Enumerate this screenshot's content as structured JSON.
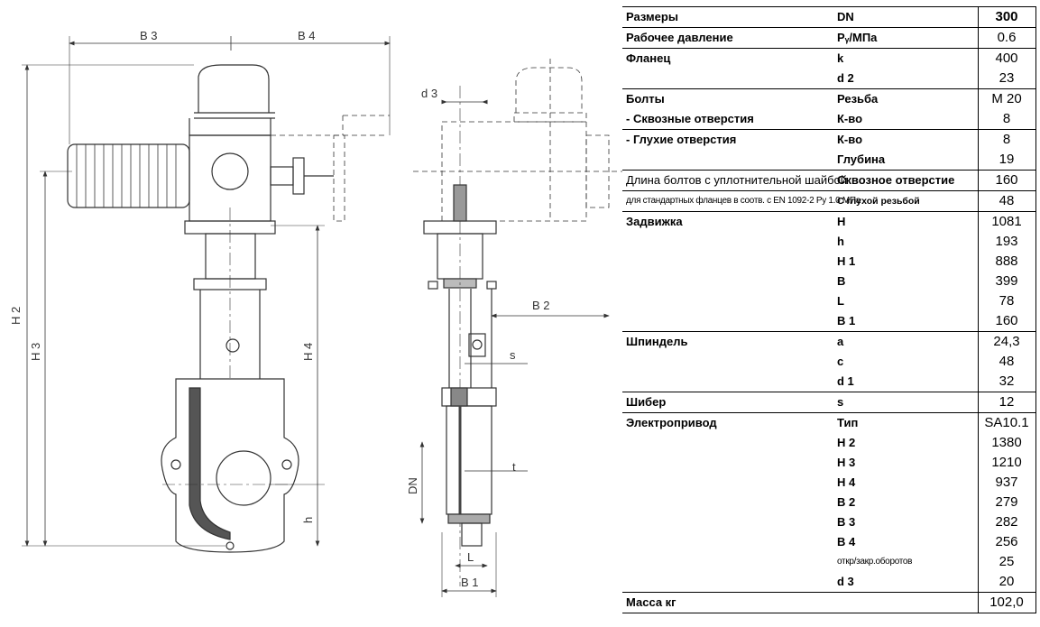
{
  "drawing": {
    "labels": {
      "b3": "B 3",
      "b4": "B 4",
      "h2": "H 2",
      "h3": "H 3",
      "h4": "H 4",
      "h": "h",
      "d3": "d 3",
      "b2": "B 2",
      "s": "s",
      "t": "t",
      "dn": "DN",
      "l": "L",
      "b1": "B 1"
    }
  },
  "specs": {
    "rows": [
      {
        "group_start": true,
        "c1": "Размеры",
        "c2": "DN",
        "c3": "300",
        "bold_value": true
      },
      {
        "group_start": true,
        "c1": "Рабочее давление",
        "c2": "Pᵧ/МПа",
        "c3": "0.6"
      },
      {
        "group_start": true,
        "c1": "Фланец",
        "c2": "k",
        "c3": "400"
      },
      {
        "group_start": false,
        "c1": "",
        "c2": "d 2",
        "c3": "23"
      },
      {
        "group_start": true,
        "c1": "Болты",
        "c2": "Резьба",
        "c3": "M 20"
      },
      {
        "group_start": false,
        "c1": " - Сквозные отверстия",
        "c2": "К-во",
        "c3": "8"
      },
      {
        "group_start": true,
        "c1": "- Глухие отверстия",
        "c2": "К-во",
        "c3": "8"
      },
      {
        "group_start": false,
        "c1": "",
        "c2": "Глубина",
        "c3": "19"
      },
      {
        "group_start": true,
        "c1": "Длина болтов с уплотнительной шайбой",
        "c2": "Сквозное отверстие",
        "c3": "160",
        "c1_style": "n"
      },
      {
        "group_start": true,
        "c1": "для стандартных фланцев в соотв. с EN 1092-2 Py 1.0 МПа",
        "c2": "С глухой резьбой",
        "c3": "48",
        "c1_style": "sm",
        "c2_style": "sm2"
      },
      {
        "group_start": true,
        "c1": "Задвижка",
        "c2": "H",
        "c3": "1081"
      },
      {
        "group_start": false,
        "c1": "",
        "c2": "h",
        "c3": "193"
      },
      {
        "group_start": false,
        "c1": "",
        "c2": "H 1",
        "c3": "888"
      },
      {
        "group_start": false,
        "c1": "",
        "c2": "B",
        "c3": "399"
      },
      {
        "group_start": false,
        "c1": "",
        "c2": "L",
        "c3": "78"
      },
      {
        "group_start": false,
        "c1": "",
        "c2": "B 1",
        "c3": "160"
      },
      {
        "group_start": true,
        "c1": "Шпиндель",
        "c2": "a",
        "c3": "24,3"
      },
      {
        "group_start": false,
        "c1": "",
        "c2": "c",
        "c3": "48"
      },
      {
        "group_start": false,
        "c1": "",
        "c2": "d 1",
        "c3": "32"
      },
      {
        "group_start": true,
        "c1": "Шибер",
        "c2": "s",
        "c3": "12"
      },
      {
        "group_start": true,
        "c1": "Электропривод",
        "c2": "Тип",
        "c3": "SA10.1"
      },
      {
        "group_start": false,
        "c1": "",
        "c2": "H 2",
        "c3": "1380"
      },
      {
        "group_start": false,
        "c1": "",
        "c2": "H 3",
        "c3": "1210"
      },
      {
        "group_start": false,
        "c1": "",
        "c2": "H 4",
        "c3": "937"
      },
      {
        "group_start": false,
        "c1": "",
        "c2": "B 2",
        "c3": "279"
      },
      {
        "group_start": false,
        "c1": "",
        "c2": "B 3",
        "c3": "282"
      },
      {
        "group_start": false,
        "c1": "",
        "c2": "B 4",
        "c3": "256"
      },
      {
        "group_start": false,
        "c1": "",
        "c2": "откр/закр.оборотов",
        "c3": "25",
        "c2_style": "sm"
      },
      {
        "group_start": false,
        "c1": "",
        "c2": "d 3",
        "c3": "20"
      },
      {
        "group_start": true,
        "c1": "Масса кг",
        "c2": "",
        "c3": "102,0"
      }
    ]
  }
}
